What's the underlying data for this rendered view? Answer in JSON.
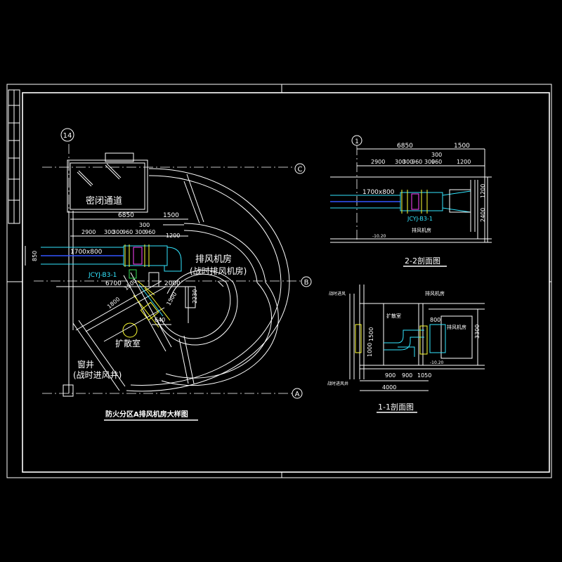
{
  "plan": {
    "room_sealed_passage": "密闭通道",
    "room_exhaust_fan": "排风机房",
    "room_exhaust_fan_wartime": "(战时排风机房)",
    "room_expansion": "扩散室",
    "room_window_well": "窗井",
    "room_window_well_wartime": "(战时进风井)",
    "title": "防火分区A排风机房大样图",
    "axis_14": "14",
    "axis_c": "C",
    "axis_b": "B",
    "axis_a": "A",
    "dims": [
      "6850",
      "1500",
      "2900",
      "300",
      "300",
      "960",
      "300",
      "960",
      "300",
      "1200",
      "1700x800",
      "850",
      "6700",
      "2000",
      "2230",
      "640",
      "1500",
      "1800",
      "1500"
    ],
    "equipment_tag": "JCYJ-B3-1"
  },
  "section22": {
    "title": "2-2剖面图",
    "axis_1": "1",
    "dims": [
      "6850",
      "1500",
      "2900",
      "300",
      "300",
      "960",
      "300",
      "960",
      "300",
      "1200",
      "300",
      "1200",
      "2400"
    ],
    "duct": "1700x800",
    "equipment_tag": "JCYJ-B3-1",
    "label_fan": "排风机房",
    "level": "-10.20"
  },
  "section11": {
    "title": "1-1剖面图",
    "dims": [
      "4000",
      "900",
      "900",
      "1050",
      "800",
      "3300",
      "1000",
      "1500"
    ],
    "label_expansion": "扩散室",
    "label_fan_room": "排风机房",
    "label_right_room": "排风机房",
    "label_left_note": "战时进风",
    "label_bottom_note": "战时进风井",
    "level": "-10.20"
  },
  "colors": {
    "background": "#000000",
    "lines": "#ffffff",
    "yellow": "#ffff33",
    "cyan": "#33e6ff",
    "blue": "#3355ff",
    "green": "#33dd55",
    "magenta": "#ff44ff"
  }
}
